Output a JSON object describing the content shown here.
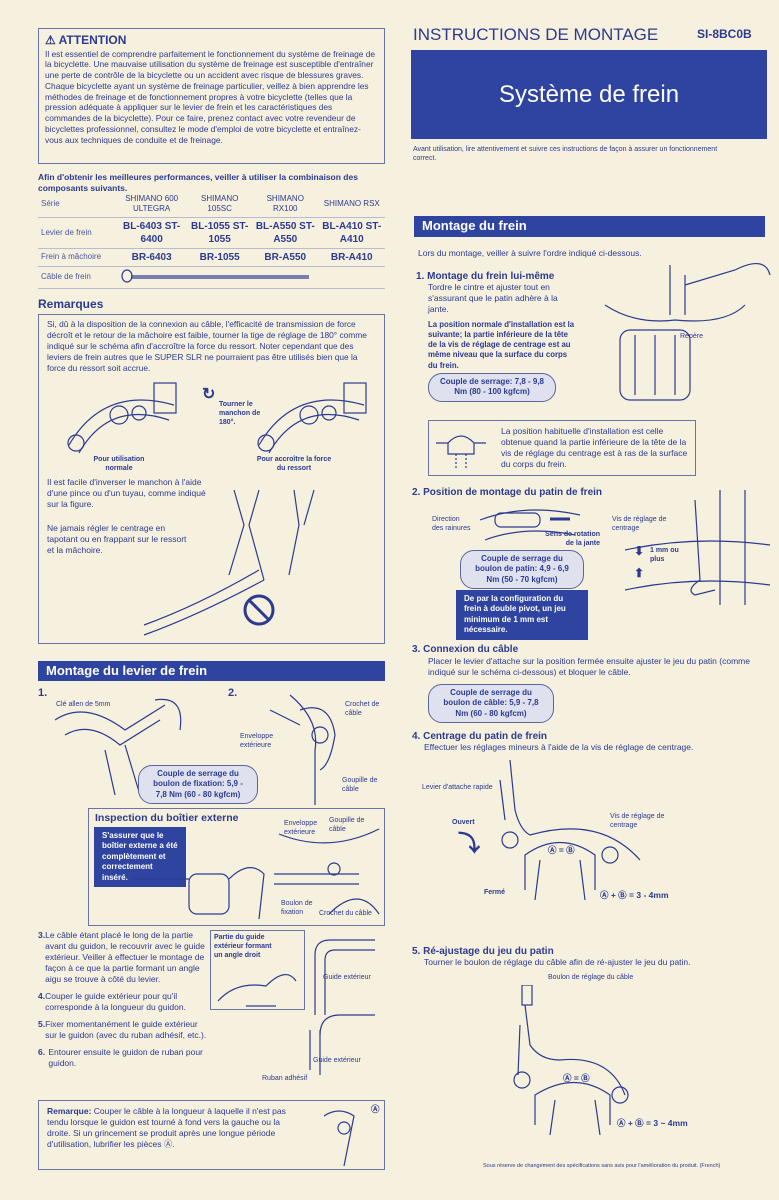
{
  "left": {
    "attention": {
      "title": "ATTENTION",
      "text": "Il est essentiel de comprendre parfaitement le fonctionnement du système de freinage de la bicyclette. Une mauvaise utilisation du système de freinage est susceptible d'entraîner une perte de contrôle de la bicyclette ou un accident avec risque de blessures graves. Chaque bicyclette ayant un système de freinage particulier, veillez à bien apprendre les méthodes de freinage et de fonctionnement propres à votre bicyclette (telles que la pression adéquate à appliquer sur le levier de frein et les caractéristiques des commandes de la bicyclette). Pour ce faire, prenez contact avec votre revendeur de bicyclettes professionnel, consultez le mode d'emploi de votre bicyclette et entraînez-vous aux techniques de conduite et de freinage."
    },
    "combo_intro": "Afin d'obtenir les meilleures performances, veiller à utiliser la combinaison des composants suivants.",
    "table": {
      "rows": [
        {
          "label": "Série",
          "cells": [
            "SHIMANO 600 ULTEGRA",
            "SHIMANO 105SC",
            "SHIMANO RX100",
            "SHIMANO RSX"
          ]
        },
        {
          "label": "Levier de frein",
          "cells": [
            "BL-6403 ST-6400",
            "BL-1055 ST-1055",
            "BL-A550 ST-A550",
            "BL-A410 ST-A410"
          ]
        },
        {
          "label": "Frein à mâchoire",
          "cells": [
            "BR-6403",
            "BR-1055",
            "BR-A550",
            "BR-A410"
          ]
        },
        {
          "label": "Câble de frein"
        }
      ]
    },
    "remarques": {
      "title": "Remarques",
      "p1": "Si, dû à la disposition de la connexion au câble, l'efficacité de transmission de force décroît et le retour de la mâchoire est faible, tourner la tige de réglage de 180° comme indiqué sur le schéma afin d'accroître la force du ressort. Noter cependant que des leviers de frein autres que le SUPER SLR ne pourraient pas être utilisés bien que la force du ressort soit accrue.",
      "turn": "Tourner le manchon de 180°.",
      "normal": "Pour utilisation normale",
      "increase": "Pour accroître la force du ressort",
      "p2": "Il est facile d'inverser le manchon à l'aide d'une pince ou d'un tuyau, comme indiqué sur la figure.",
      "p3": "Ne jamais régler le centrage en tapotant ou en frappant sur le ressort et la mâchoire."
    },
    "lever": {
      "title": "Montage du levier de frein",
      "n1": "1.",
      "n2": "2.",
      "allen": "Clé allen de 5mm",
      "torque": "Couple de serrage du boulon de fixation: 5,9 - 7,8 Nm (60 - 80 kgfcm)",
      "outer": "Enveloppe extérieure",
      "hook": "Crochet de câble",
      "pin": "Goupille de câble",
      "inspect_title": "Inspection du boîtier externe",
      "inspect_note": "S'assurer que le boîtier externe a été complètement et correctement inséré.",
      "i_outer": "Enveloppe extérieure",
      "i_pin": "Goupille de câble",
      "i_bolt": "Boulon de fixation",
      "i_hook": "Crochet du câble",
      "steps": [
        {
          "n": "3.",
          "t": "Le câble étant placé le long de la partie avant du guidon, le recouvrir avec le guide extérieur. Veiller à effectuer le montage de façon à ce que la partie formant un angle aigu se trouve à côté du levier."
        },
        {
          "n": "4.",
          "t": "Couper le guide extérieur pour qu'il corresponde à la longueur du guidon."
        },
        {
          "n": "5.",
          "t": "Fixer momentanément le guide extérieur sur le guidon (avec du ruban adhésif, etc.)."
        },
        {
          "n": "6.",
          "t": "Entourer ensuite le guidon de ruban pour guidon."
        }
      ],
      "angle": "Partie du guide extérieur formant un angle droit",
      "guide1": "Guide extérieur",
      "guide2": "Guide extérieur",
      "tape": "Ruban adhésif",
      "note_label": "Remarque:",
      "note": "Couper le câble à la longueur à laquelle il n'est pas tendu lorsque le guidon est tourné à fond vers la gauche ou la droite. Si un grincement se produit après une longue période d'utilisation, lubrifier les pièces Ⓐ.",
      "a": "Ⓐ"
    }
  },
  "right": {
    "header": "INSTRUCTIONS DE MONTAGE",
    "code": "SI-8BC0B",
    "title": "Système de frein",
    "intro": "Avant utilisation, lire attentivement et suivre ces instructions de façon à assurer un fonctionnement correct.",
    "section": "Montage du frein",
    "order": "Lors du montage, veiller à suivre l'ordre indiqué ci-dessous.",
    "s1": {
      "title": "1. Montage du frein lui-même",
      "text": "Tordre le cintre et ajuster tout en s'assurant que le patin adhère à la jante.",
      "bold": "La position normale d'installation est la suivante; la partie inférieure de la tête de la vis de réglage de centrage est au même niveau que la surface du corps du frein.",
      "torque": "Couple de serrage: 7,8 - 9,8 Nm (80 - 100 kgfcm)",
      "mark": "Repère",
      "box": "La position habituelle d'installation est celle obtenue quand la partie inférieure de la tête de la vis de réglage du centrage est à ras de la surface du corps du frein."
    },
    "s2": {
      "title": "2. Position de montage du patin de frein",
      "grooves": "Direction des rainures",
      "rotation": "Sens de rotation de la jante",
      "screw": "Vis de réglage de centrage",
      "gap": "1 mm ou plus",
      "torque": "Couple de serrage du boulon de patin: 4,9 - 6,9 Nm (50 - 70 kgfcm)",
      "note": "De par la configuration du frein à double pivot, un jeu minimum de 1 mm est nécessaire."
    },
    "s3": {
      "title": "3. Connexion du câble",
      "text": "Placer le levier d'attache sur la position fermée ensuite ajuster le jeu du patin (comme indiqué sur le schéma ci-dessous) et bloquer le câble.",
      "torque": "Couple de serrage du boulon de câble: 5,9 - 7,8 Nm (60 - 80 kgfcm)"
    },
    "s4": {
      "title": "4. Centrage du patin de frein",
      "text": "Effectuer les réglages mineurs à l'aide de la vis de réglage de centrage.",
      "lever": "Levier d'attache rapide",
      "open": "Ouvert",
      "closed": "Fermé",
      "screw": "Vis de réglage de centrage",
      "eq": "Ⓐ = Ⓑ",
      "sum": "Ⓐ + Ⓑ = 3 - 4mm"
    },
    "s5": {
      "title": "5. Ré-ajustage du jeu du patin",
      "text": "Tourner le boulon de réglage du câble afin de ré-ajuster le jeu du patin.",
      "bolt": "Boulon de réglage du câble",
      "eq": "Ⓐ = Ⓑ",
      "sum": "Ⓐ + Ⓑ = 3 ~ 4mm"
    },
    "footer": "Sous réserve de changement des spécifications sans avis pour l'amélioration du produit. (French)"
  }
}
